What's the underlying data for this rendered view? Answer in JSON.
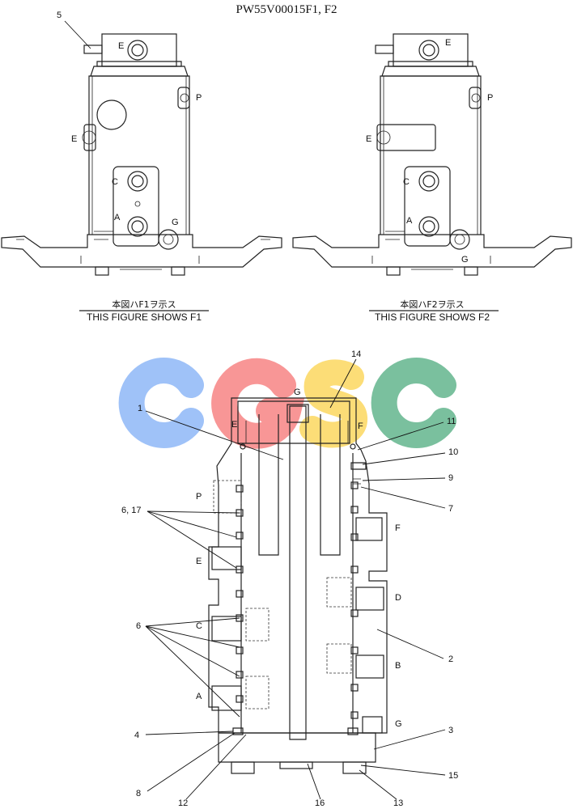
{
  "title": "PW55V00015F1, F2",
  "figure_left": {
    "caption_jp": "本図ハF1ヲ示ス",
    "caption_en": "THIS FIGURE SHOWS  F1",
    "port_labels": {
      "e_top": "E",
      "p": "P",
      "e_side": "E",
      "c": "C",
      "a": "A",
      "g": "G",
      "callout_5": "5"
    }
  },
  "figure_right": {
    "caption_jp": "本図ハF2ヲ示ス",
    "caption_en": "THIS FIGURE SHOWS  F2",
    "port_labels": {
      "e_top": "E",
      "p": "P",
      "e_side": "E",
      "c": "C",
      "a": "A",
      "g": "G"
    }
  },
  "section": {
    "port_labels": {
      "g": "G",
      "e_top": "E",
      "f_top": "F",
      "p": "P",
      "e": "E",
      "c": "C",
      "a": "A",
      "f": "F",
      "d": "D",
      "b": "B",
      "g_side": "G"
    },
    "callouts": {
      "c1": "1",
      "c14": "14",
      "c11": "11",
      "c10": "10",
      "c9": "9",
      "c7": "7",
      "c6_17": "6, 17",
      "c6": "6",
      "c2": "2",
      "c4": "4",
      "c3": "3",
      "c15": "15",
      "c8": "8",
      "c12": "12",
      "c16": "16",
      "c13": "13"
    }
  },
  "watermark": {
    "text": "CGSC",
    "colors": {
      "c1": "#7aaaf5",
      "g": "#f56e6e",
      "s": "#fbd043",
      "c2": "#47a878"
    }
  }
}
